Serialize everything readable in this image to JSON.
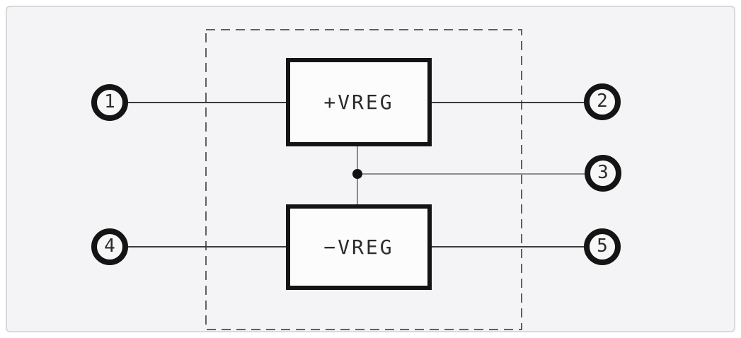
{
  "diagram": {
    "kind": "functional-block-diagram",
    "blocks": {
      "positive": {
        "label": "+VREG"
      },
      "negative": {
        "label": "−VREG"
      }
    },
    "pins": {
      "pin1": "1",
      "pin2": "2",
      "pin3": "3",
      "pin4": "4",
      "pin5": "5"
    },
    "colors": {
      "canvas_bg": "#f4f4f6",
      "canvas_border": "#d9d9db",
      "block_border": "#141414",
      "block_fill": "#fcfcfc",
      "wire_dark": "#3a3a3a",
      "wire_gray": "#8d8d8d",
      "dashed_boundary": "#606060",
      "text": "#2b2b2b"
    }
  }
}
